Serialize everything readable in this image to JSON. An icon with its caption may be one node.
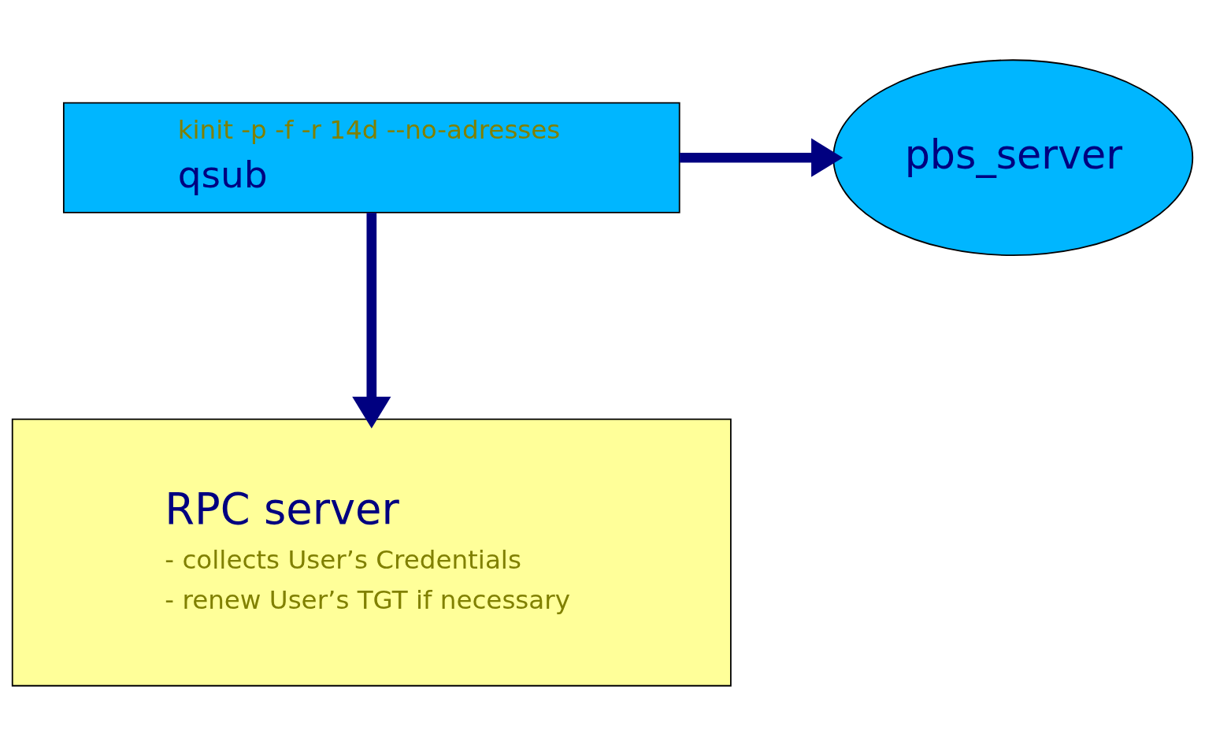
{
  "diagram": {
    "nodes": [
      {
        "text": [
          "kinit -p -f -r 14d --no-adresses",
          "qsub"
        ]
      },
      {
        "text": [
          "pbs_server"
        ]
      },
      {
        "text": [
          "RPC server",
          "- collects User’s Credentials",
          "- renew User’s TGT if necessary"
        ]
      }
    ],
    "edges": [
      {
        "from": 0,
        "to": 1,
        "arrow": "to"
      },
      {
        "from": 0,
        "to": 2,
        "arrow": "to"
      }
    ]
  }
}
